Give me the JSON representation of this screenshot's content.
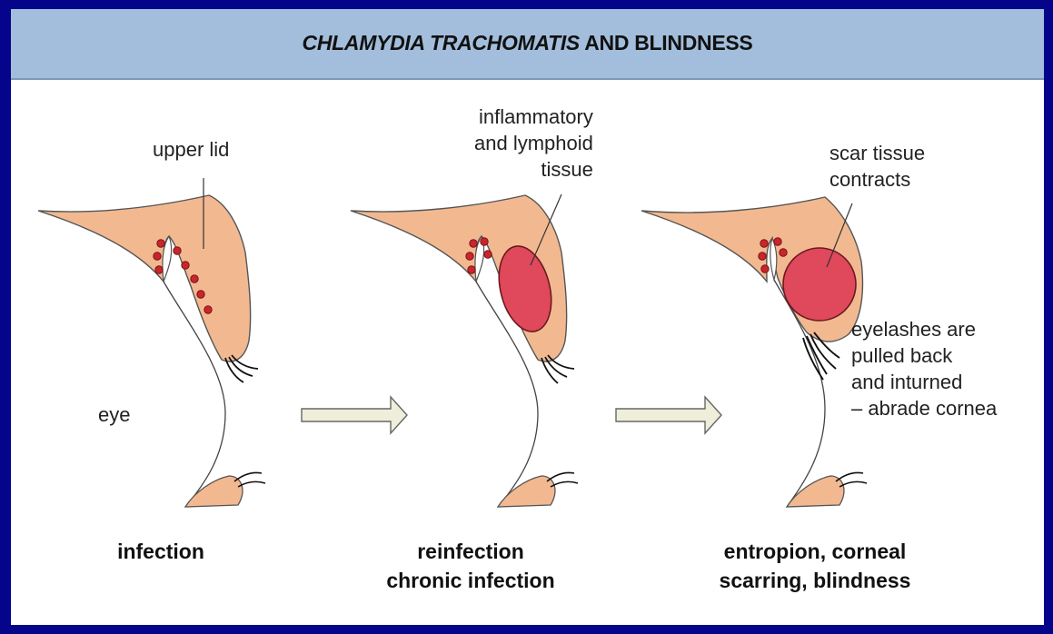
{
  "title": {
    "italic_part": "CHLAMYDIA TRACHOMATIS",
    "plain_part": " AND BLINDNESS"
  },
  "labels": {
    "upper_lid": "upper lid",
    "eye": "eye",
    "inflammatory_line1": "inflammatory",
    "inflammatory_line2": "and lymphoid",
    "inflammatory_line3": "tissue",
    "scar_line1": "scar tissue",
    "scar_line2": "contracts",
    "eyelash_line1": "eyelashes are",
    "eyelash_line2": "pulled back",
    "eyelash_line3": "and inturned",
    "eyelash_line4": "– abrade cornea"
  },
  "stages": [
    {
      "line1": "infection",
      "line2": ""
    },
    {
      "line1": "reinfection",
      "line2": "chronic infection"
    },
    {
      "line1": "entropion, corneal",
      "line2": "scarring, blindness"
    }
  ],
  "colors": {
    "frame": "#05058c",
    "banner": "#a3bedc",
    "skin": "#f2b991",
    "inflammation": "#e0485c",
    "follicle": "#c9262c",
    "arrow_fill": "#eeeeda"
  }
}
